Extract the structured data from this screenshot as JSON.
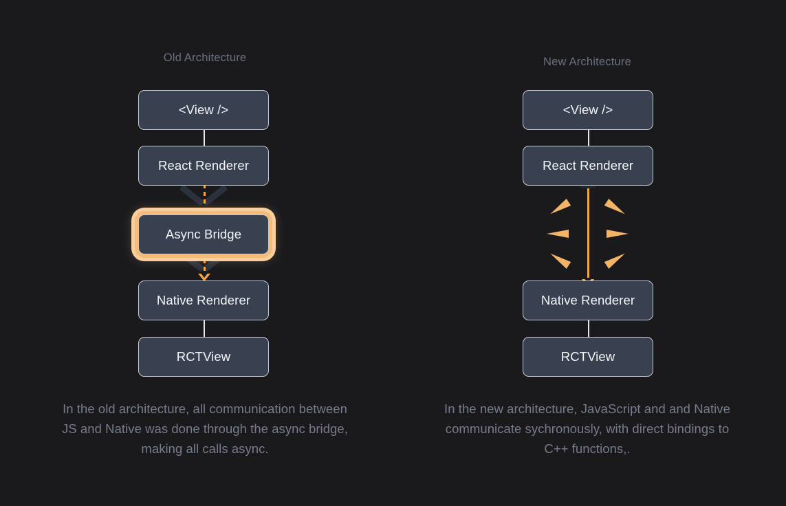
{
  "theme": {
    "background": "#1a1a1d",
    "node_fill": "#394150",
    "node_border": "#c6cbd3",
    "node_text": "#f3f5f7",
    "muted_text": "#6b7180",
    "caption_text": "#767c8b",
    "accent_orange": "#f0a94a",
    "accent_orange_light": "#f3b468",
    "highlight_ring": "#f6bb79",
    "highlight_glow": "#f9cf9d",
    "wing_gray": "#2b313d"
  },
  "columns": [
    {
      "id": "old",
      "title": "Old Architecture",
      "nodes": [
        {
          "label": "<View />",
          "highlighted": false
        },
        {
          "label": "React Renderer",
          "highlighted": false
        },
        {
          "label": "Async Bridge",
          "highlighted": true
        },
        {
          "label": "Native Renderer",
          "highlighted": false
        },
        {
          "label": "RCTView",
          "highlighted": false
        }
      ],
      "connectors": [
        {
          "from": "<View />",
          "to": "React Renderer",
          "style": "solid-white"
        },
        {
          "from": "React Renderer",
          "to": "Async Bridge",
          "style": "dashed-orange-arrow"
        },
        {
          "from": "Async Bridge",
          "to": "Native Renderer",
          "style": "dashed-orange-arrow"
        },
        {
          "from": "Native Renderer",
          "to": "RCTView",
          "style": "solid-white"
        }
      ],
      "caption": "In the old architecture, all communication between JS and Native was done through the async bridge, making all calls async."
    },
    {
      "id": "new",
      "title": "New Architecture",
      "nodes": [
        {
          "label": "<View />",
          "highlighted": false
        },
        {
          "label": "React Renderer",
          "highlighted": false
        },
        {
          "label": "Native Renderer",
          "highlighted": false
        },
        {
          "label": "RCTView",
          "highlighted": false
        }
      ],
      "connectors": [
        {
          "from": "<View />",
          "to": "React Renderer",
          "style": "solid-white"
        },
        {
          "from": "React Renderer",
          "to": "Native Renderer",
          "style": "solid-orange-arrow-with-burst"
        },
        {
          "from": "Native Renderer",
          "to": "RCTView",
          "style": "solid-white"
        }
      ],
      "burst_rays": 6,
      "caption": "In the new architecture, JavaScript and and Native communicate sychronously, with direct bindings to C++ functions,."
    }
  ]
}
